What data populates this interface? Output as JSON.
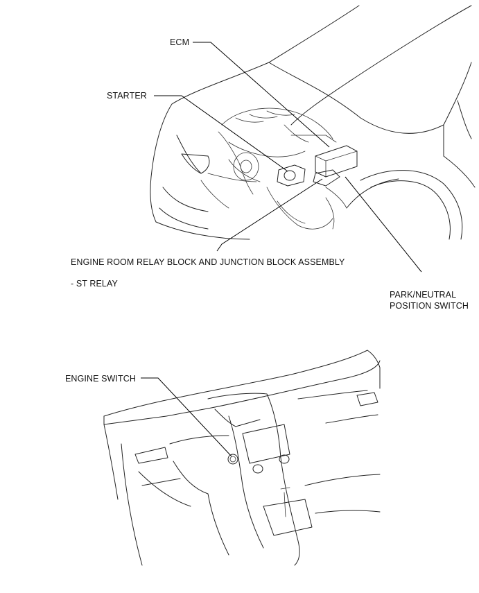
{
  "labels": {
    "ecm": "ECM",
    "starter": "STARTER",
    "relay_block": "ENGINE ROOM RELAY BLOCK AND JUNCTION BLOCK ASSEMBLY",
    "st_relay": "- ST RELAY",
    "park_neutral_1": "PARK/NEUTRAL",
    "park_neutral_2": "POSITION SWITCH",
    "engine_switch": "ENGINE SWITCH"
  },
  "colors": {
    "line": "#222222",
    "text": "#111111",
    "background": "#ffffff"
  }
}
